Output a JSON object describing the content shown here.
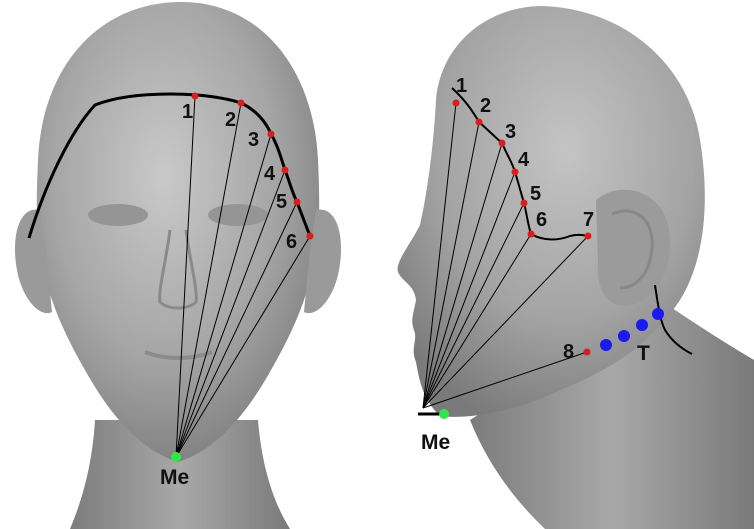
{
  "front_view": {
    "landmark_labels": [
      "1",
      "2",
      "3",
      "4",
      "5",
      "6"
    ],
    "anchor_label": "Me"
  },
  "side_view": {
    "landmark_labels": [
      "1",
      "2",
      "3",
      "4",
      "5",
      "6",
      "7",
      "8"
    ],
    "anchor_label": "Me",
    "tragus_label": "T"
  },
  "colors": {
    "landmark_point": "#d81e1e",
    "anchor_point": "#2ee84a",
    "tragus_point": "#1a1aee",
    "contour_line": "#000000",
    "head_surface": "#a9a9a9"
  }
}
